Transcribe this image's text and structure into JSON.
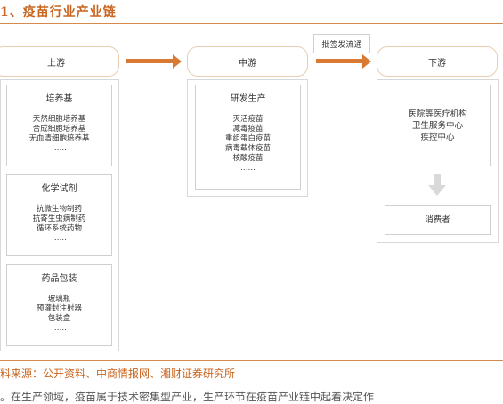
{
  "section_title": "1、疫苗行业产业链",
  "source": "料来源：公开资料、中商情报网、湘财证券研究所",
  "bottom_text": "。在生产领域，疫苗属于技术密集型产业，生产环节在疫苗产业链中起着决定作",
  "arrow_label": "批签发流通",
  "stages": {
    "upstream": "上游",
    "midstream": "中游",
    "downstream": "下游"
  },
  "upstream_cards": [
    {
      "title": "培养基",
      "lines": [
        "天然细胞培养基",
        "合成细胞培养基",
        "无血清细胞培养基",
        "……"
      ]
    },
    {
      "title": "化学试剂",
      "lines": [
        "抗微生物制药",
        "抗寄生虫病制药",
        "循环系统药物",
        "……"
      ]
    },
    {
      "title": "药品包装",
      "lines": [
        "玻璃瓶",
        "预灌封注射器",
        "包装盒",
        "……"
      ]
    }
  ],
  "midstream_card": {
    "title": "研发生产",
    "lines": [
      "灭活疫苗",
      "减毒疫苗",
      "重组蛋白疫苗",
      "病毒载体疫苗",
      "核酸疫苗",
      "……"
    ]
  },
  "downstream_card": {
    "lines": [
      "医院等医疗机构",
      "卫生服务中心",
      "疾控中心"
    ]
  },
  "consumer": "消费者",
  "colors": {
    "accent": "#c8641e",
    "arrow": "#d97a33",
    "down_arrow": "#d9d9d9"
  }
}
